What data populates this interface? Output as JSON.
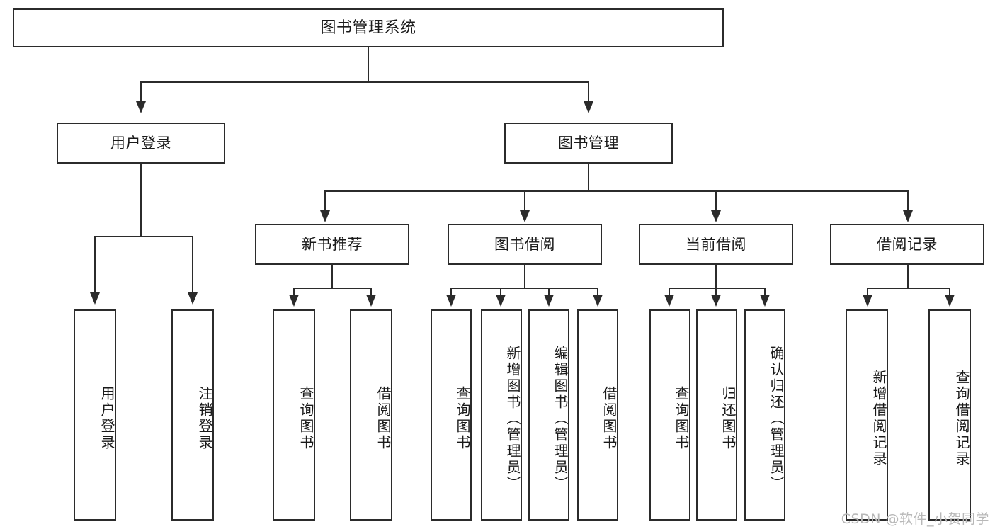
{
  "diagram": {
    "type": "tree",
    "title": "图书管理系统",
    "watermark": "CSDN @软件_小贺同学",
    "colors": {
      "stroke": "#2b2b2b",
      "fill": "#ffffff",
      "background": "#ffffff",
      "watermark": "#b8b8b8"
    },
    "root": {
      "label": "图书管理系统"
    },
    "level1": [
      {
        "label": "用户登录"
      },
      {
        "label": "图书管理"
      }
    ],
    "level2": [
      {
        "label": "新书推荐"
      },
      {
        "label": "图书借阅"
      },
      {
        "label": "当前借阅"
      },
      {
        "label": "借阅记录"
      }
    ],
    "leaves": {
      "user_login": [
        {
          "label": "用户登录"
        },
        {
          "label": "注销登录"
        }
      ],
      "new_book": [
        {
          "label": "查询图书"
        },
        {
          "label": "借阅图书"
        }
      ],
      "book_borrow": [
        {
          "label": "查询图书"
        },
        {
          "label": "新增图书（管理员）"
        },
        {
          "label": "编辑图书（管理员）"
        },
        {
          "label": "借阅图书"
        }
      ],
      "current_borrow": [
        {
          "label": "查询图书"
        },
        {
          "label": "归还图书"
        },
        {
          "label": "确认归还（管理员）"
        }
      ],
      "borrow_record": [
        {
          "label": "新增借阅记录"
        },
        {
          "label": "查询借阅记录"
        }
      ]
    }
  }
}
